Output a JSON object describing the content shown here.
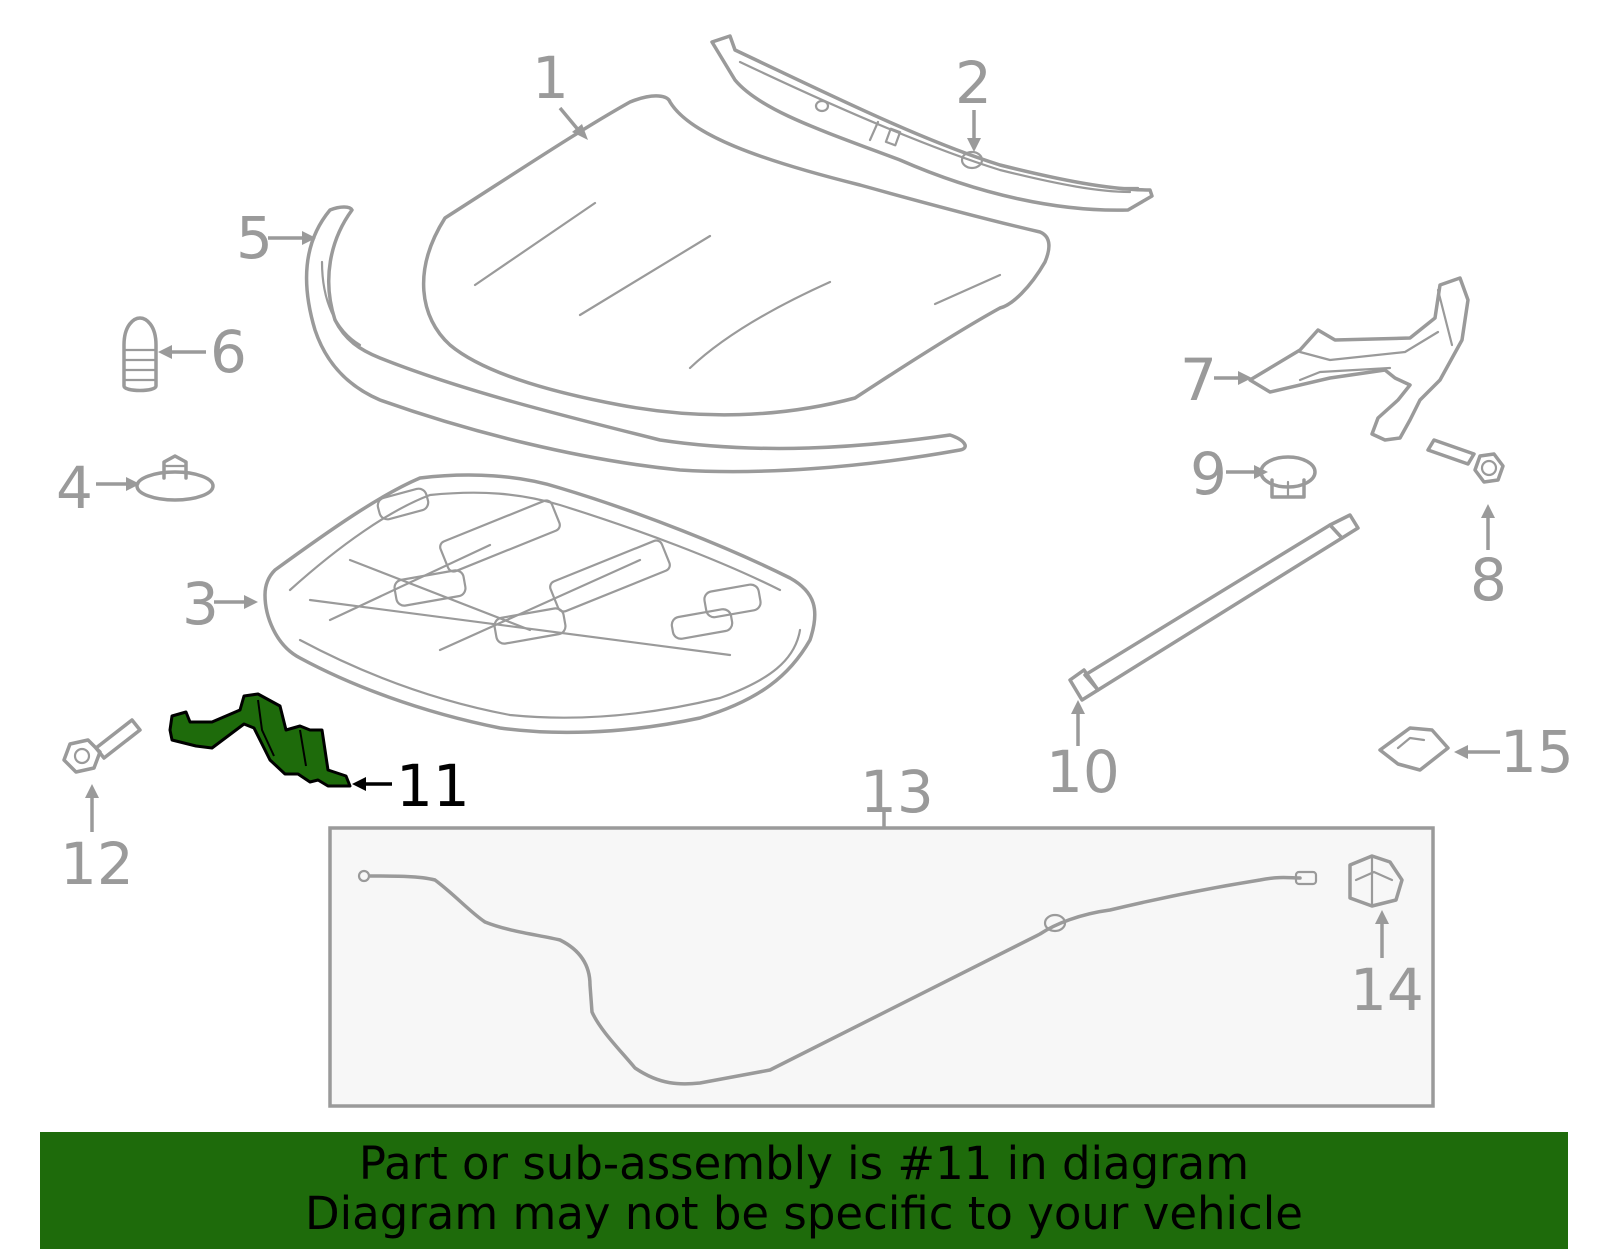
{
  "diagram": {
    "highlighted_part": "11",
    "callouts": [
      "1",
      "2",
      "3",
      "4",
      "5",
      "6",
      "7",
      "8",
      "9",
      "10",
      "11",
      "12",
      "13",
      "14",
      "15"
    ],
    "colors": {
      "line": "#9a9a9a",
      "highlight": "#1e6b0b",
      "banner": "#1e6b0b",
      "inset_bg": "#f7f7f7"
    }
  },
  "banner": {
    "line1": "Part or sub-assembly is #11 in diagram",
    "line2": "Diagram may not be specific to your vehicle"
  }
}
